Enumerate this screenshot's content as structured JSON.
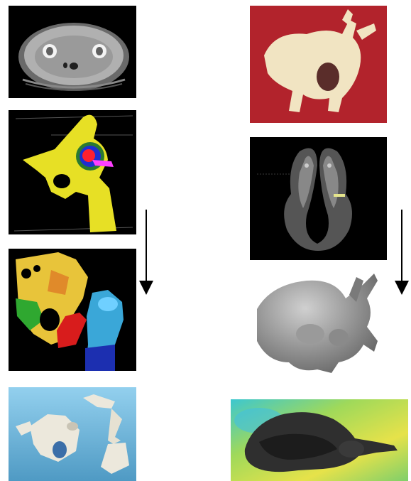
{
  "figure": {
    "left_column": [
      {
        "id": "ct-slice",
        "kind": "photo"
      },
      {
        "id": "hip-3d-colored",
        "kind": "rendering"
      },
      {
        "id": "pelvis-femur-segmented",
        "kind": "rendering"
      },
      {
        "id": "printed-bone-model",
        "kind": "photo"
      }
    ],
    "right_column": [
      {
        "id": "chicken-photo",
        "kind": "photo"
      },
      {
        "id": "chicken-ct-slice",
        "kind": "photo"
      },
      {
        "id": "chicken-3d-mesh",
        "kind": "rendering"
      },
      {
        "id": "chicken-simulation",
        "kind": "rendering"
      }
    ],
    "arrows": [
      {
        "id": "left-down-arrow",
        "direction": "down"
      },
      {
        "id": "right-down-arrow",
        "direction": "down"
      }
    ]
  }
}
